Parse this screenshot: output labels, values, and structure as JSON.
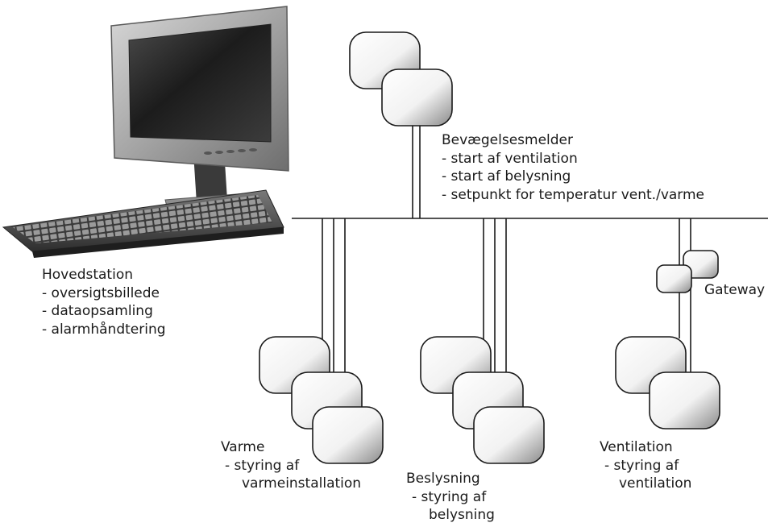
{
  "labels": {
    "hovedstation": {
      "title": "Hovedstation",
      "items": [
        "- oversigtsbillede",
        "- dataopsamling",
        "- alarmhåndtering"
      ]
    },
    "bevaegelsesmelder": {
      "title": "Bevægelsesmelder",
      "items": [
        "- start af ventilation",
        "- start af belysning",
        "- setpunkt for temperatur vent./varme"
      ]
    },
    "gateway": {
      "title": "Gateway"
    },
    "varme": {
      "title": "Varme",
      "lines": [
        "- styring af",
        "varmeinstallation"
      ]
    },
    "beslysning": {
      "title": "Beslysning",
      "lines": [
        "- styring af",
        "belysning"
      ]
    },
    "ventilation": {
      "title": "Ventilation",
      "lines": [
        "- styring af",
        "ventilation"
      ]
    }
  },
  "icons": [
    "computer-monitor-icon",
    "keyboard-icon"
  ],
  "colors": {
    "line": "#1a1a1a",
    "device_light": "#ffffff",
    "device_dark": "#8c8c8c",
    "monitor_frame": "#9a9a9a",
    "screen": "#2a2a2a"
  }
}
